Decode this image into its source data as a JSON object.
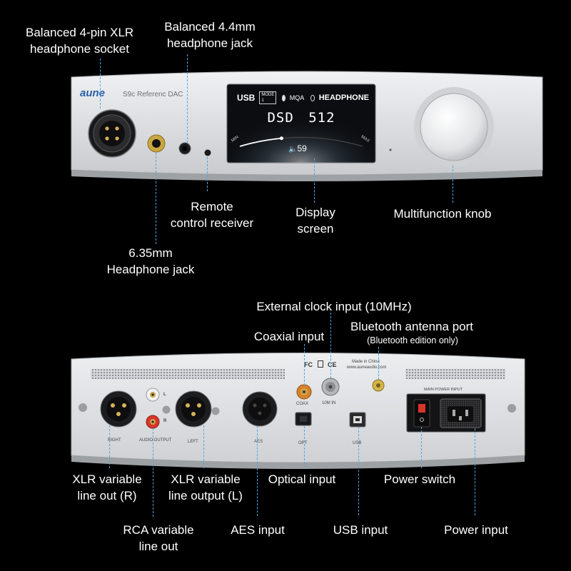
{
  "front": {
    "brand": "aune",
    "model": "S9c Referenc DAC",
    "display": {
      "source": "USB",
      "mode_badge": "MODE 1",
      "mqa": "MQA",
      "output": "HEADPHONE",
      "format": "DSD",
      "rate": "512",
      "min": "MIN",
      "max": "MAX",
      "volume": "59",
      "volume_fraction": 0.34
    },
    "labels": {
      "xlr_socket": [
        "Balanced 4-pin XLR",
        "headphone socket"
      ],
      "jack_44": [
        "Balanced 4.4mm",
        "headphone jack"
      ],
      "remote": [
        "Remote",
        "control receiver"
      ],
      "display_screen": [
        "Display",
        "screen"
      ],
      "knob": "Multifunction knob",
      "jack_635": [
        "6.35mm",
        "Headphone jack"
      ]
    }
  },
  "rear": {
    "panel_text": {
      "right": "RIGHT",
      "audio_output": "AUDIO OUTPUT",
      "left": "LEFT",
      "aes": "AES",
      "coax": "COAX",
      "opt": "OPT",
      "usb": "USB",
      "clock": "10M IN",
      "made_in": "Made in China",
      "website": "www.auneaudio.com",
      "power_title": "MAIN POWER INPUT",
      "ch_l": "L",
      "ch_r": "R",
      "fc": "FC",
      "ce": "CE"
    },
    "labels": {
      "ext_clock": "External clock input (10MHz)",
      "coaxial": "Coaxial input",
      "bt_port": "Bluetooth antenna port",
      "bt_note": "(Bluetooth edition only)",
      "xlr_r": [
        "XLR variable",
        "line out (R)"
      ],
      "xlr_l": [
        "XLR variable",
        "line output (L)"
      ],
      "optical": "Optical input",
      "power_switch": "Power switch",
      "rca": [
        "RCA variable",
        "line out"
      ],
      "aes": "AES input",
      "usb": "USB input",
      "power_input": "Power input"
    }
  },
  "colors": {
    "background": "#000000",
    "leader": "#4aa8e8",
    "chassis": "#e4e5e7",
    "screen": "#0b0d10",
    "accent_blue": "#1e6fd9",
    "rca_white": "#f2f2f2",
    "rca_red": "#d8352a",
    "coax_orange": "#d9822b",
    "gold": "#c9a640"
  }
}
